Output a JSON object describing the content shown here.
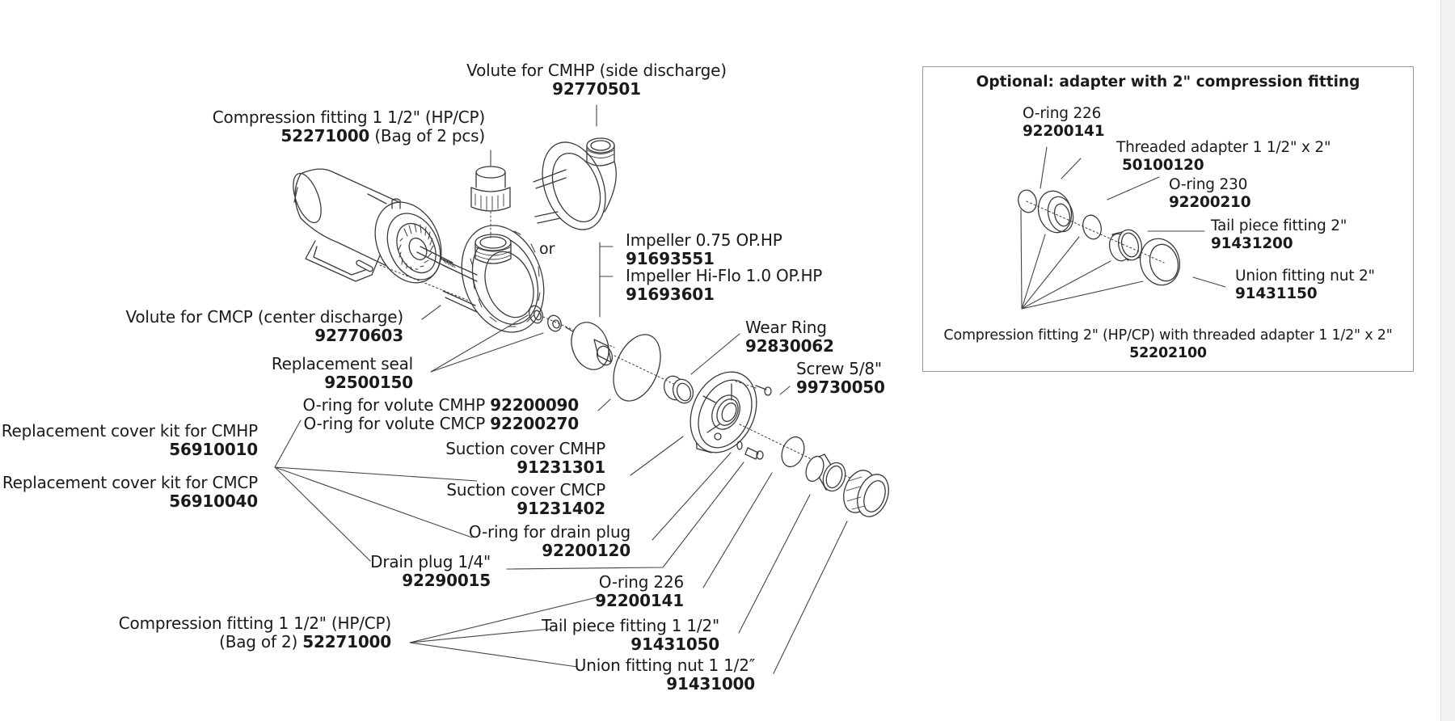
{
  "diagram": {
    "title": "Pump exploded parts diagram",
    "or_text": "or",
    "main_parts": [
      {
        "id": "volute-cmhp",
        "name": "Volute for CMHP (side discharge)",
        "part_no": "92770501"
      },
      {
        "id": "compression-top",
        "name": "Compression fitting 1 1/2\" (HP/CP)",
        "part_no": "52271000",
        "note": "(Bag of 2 pcs)"
      },
      {
        "id": "volute-cmcp",
        "name": "Volute for CMCP (center discharge)",
        "part_no": "92770603"
      },
      {
        "id": "seal",
        "name": "Replacement seal",
        "part_no": "92500150"
      },
      {
        "id": "oring-volute-cmhp",
        "name": "O-ring for volute CMHP",
        "part_no": "92200090"
      },
      {
        "id": "oring-volute-cmcp",
        "name": "O-ring for volute CMCP",
        "part_no": "92200270"
      },
      {
        "id": "cover-kit-cmhp",
        "name": "Replacement cover kit for CMHP",
        "part_no": "56910010"
      },
      {
        "id": "cover-kit-cmcp",
        "name": "Replacement cover kit for CMCP",
        "part_no": "56910040"
      },
      {
        "id": "suction-cmhp",
        "name": "Suction cover CMHP",
        "part_no": "91231301"
      },
      {
        "id": "suction-cmcp",
        "name": "Suction cover CMCP",
        "part_no": "91231402"
      },
      {
        "id": "oring-drain",
        "name": "O-ring for drain plug",
        "part_no": "92200120"
      },
      {
        "id": "drain-plug",
        "name": "Drain plug 1/4\"",
        "part_no": "92290015"
      },
      {
        "id": "oring-226",
        "name": "O-ring 226",
        "part_no": "92200141"
      },
      {
        "id": "compression-bottom",
        "name": "Compression fitting 1 1/2\" (HP/CP)",
        "note": "(Bag of 2)",
        "part_no": "52271000"
      },
      {
        "id": "tailpiece-15",
        "name": "Tail piece fitting 1 1/2\"",
        "part_no": "91431050"
      },
      {
        "id": "union-nut-15",
        "name": "Union fitting nut 1 1/2″",
        "part_no": "91431000"
      },
      {
        "id": "impeller-075",
        "name": "Impeller 0.75 OP.HP",
        "part_no": "91693551"
      },
      {
        "id": "impeller-hiflo",
        "name": "Impeller Hi-Flo 1.0 OP.HP",
        "part_no": "91693601"
      },
      {
        "id": "wear-ring",
        "name": "Wear Ring",
        "part_no": "92830062"
      },
      {
        "id": "screw",
        "name": "Screw 5/8\"",
        "part_no": "99730050"
      }
    ],
    "optional_box": {
      "title": "Optional: adapter with 2\" compression fitting",
      "parts": [
        {
          "id": "opt-oring-226",
          "name": "O-ring 226",
          "part_no": "92200141"
        },
        {
          "id": "opt-threaded-adapter",
          "name": "Threaded adapter 1 1/2\" x 2\"",
          "part_no": "50100120"
        },
        {
          "id": "opt-oring-230",
          "name": "O-ring 230",
          "part_no": "92200210"
        },
        {
          "id": "opt-tailpiece-2",
          "name": "Tail piece fitting 2\"",
          "part_no": "91431200"
        },
        {
          "id": "opt-union-nut-2",
          "name": "Union fitting nut 2\"",
          "part_no": "91431150"
        }
      ],
      "kit": {
        "name": "Compression fitting 2\" (HP/CP) with threaded adapter 1 1/2\" x 2\"",
        "part_no": "52202100"
      }
    }
  }
}
